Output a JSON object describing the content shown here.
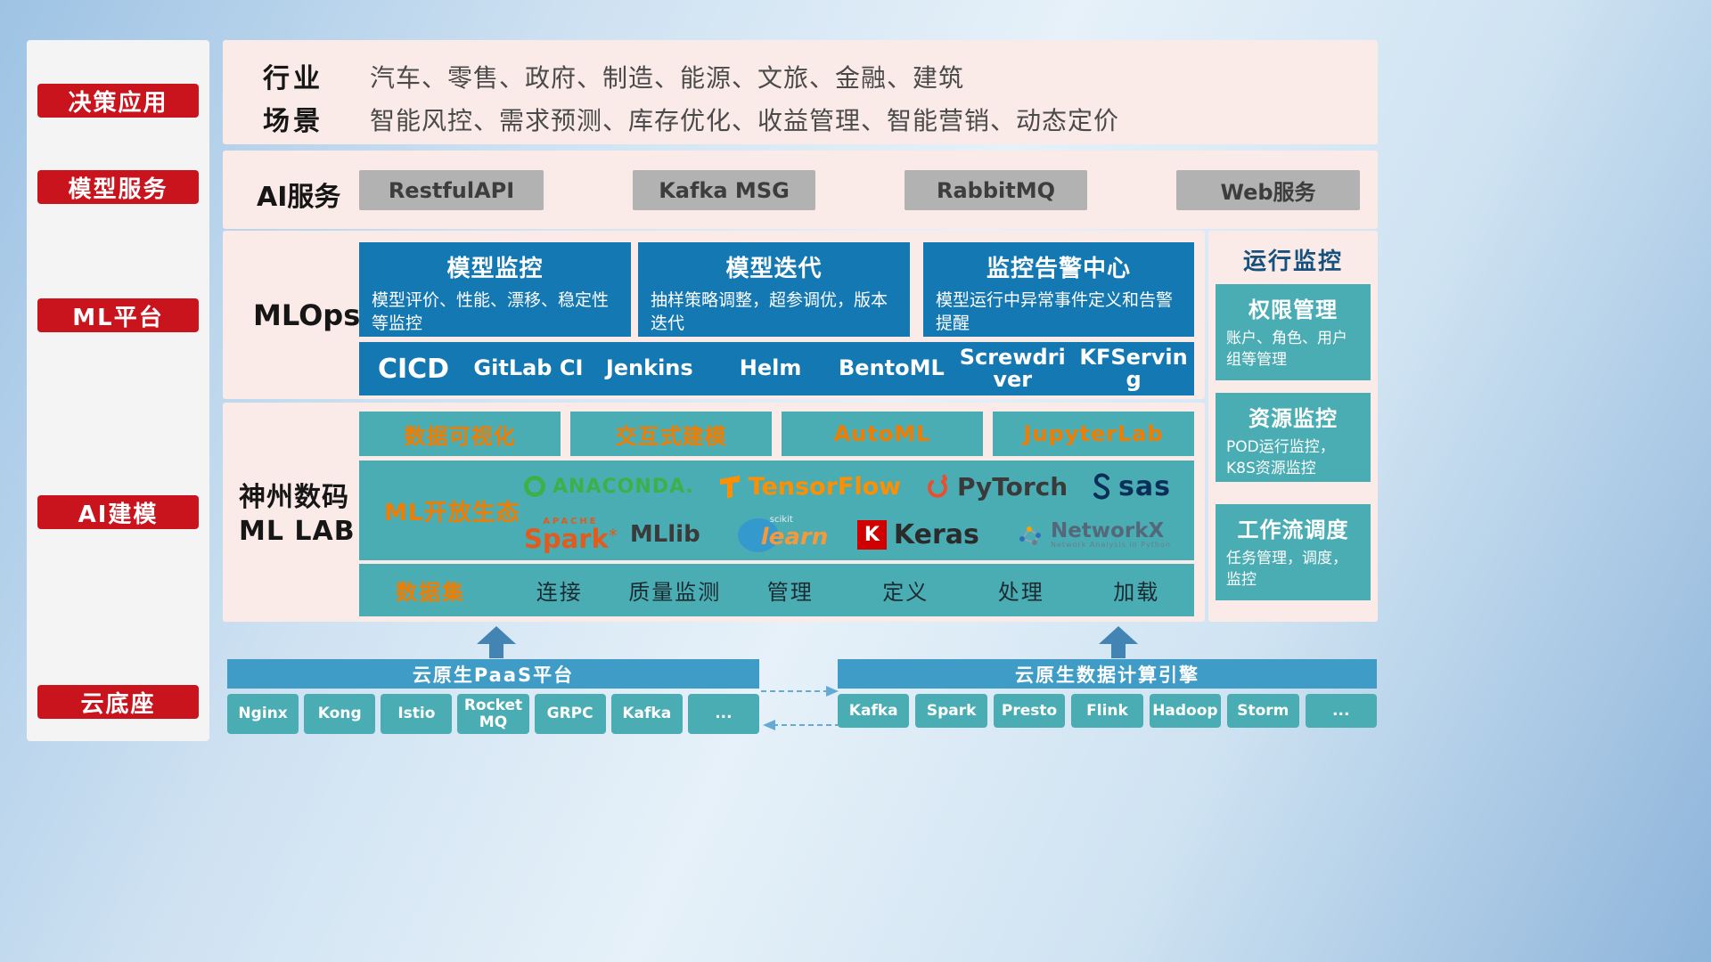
{
  "sidebar": {
    "items": [
      {
        "label": "决策应用"
      },
      {
        "label": "模型服务"
      },
      {
        "label": "ML平台"
      },
      {
        "label": "AI建模"
      },
      {
        "label": "云底座"
      }
    ]
  },
  "apps": {
    "row1_label": "行业",
    "row1_text": "汽车、零售、政府、制造、能源、文旅、金融、建筑",
    "row2_label": "场景",
    "row2_text": "智能风控、需求预测、库存优化、收益管理、智能营销、动态定价"
  },
  "services": {
    "label": "AI服务",
    "items": [
      {
        "label": "RestfulAPI"
      },
      {
        "label": "Kafka MSG"
      },
      {
        "label": "RabbitMQ"
      },
      {
        "label": "Web服务"
      }
    ]
  },
  "mlops": {
    "label": "MLOps",
    "cards": [
      {
        "title": "模型监控",
        "desc": "模型评价、性能、漂移、稳定性等监控"
      },
      {
        "title": "模型迭代",
        "desc": "抽样策略调整，超参调优，版本迭代"
      },
      {
        "title": "监控告警中心",
        "desc": "模型运行中异常事件定义和告警提醒"
      }
    ],
    "cicd_label": "CICD",
    "cicd_tools": [
      {
        "label": "GitLab CI"
      },
      {
        "label": "Jenkins"
      },
      {
        "label": "Helm"
      },
      {
        "label": "BentoML"
      },
      {
        "label": "Screwdriver"
      },
      {
        "label": "KFServing"
      }
    ]
  },
  "monitoring": {
    "title": "运行监控",
    "cards": [
      {
        "title": "权限管理",
        "desc": "账户、角色、用户组等管理"
      },
      {
        "title": "资源监控",
        "desc": "POD运行监控，K8S资源监控"
      },
      {
        "title": "工作流调度",
        "desc": "任务管理，调度，监控"
      }
    ]
  },
  "mllab": {
    "label_line1": "神州数码",
    "label_line2": "ML LAB",
    "tools": [
      {
        "label": "数据可视化"
      },
      {
        "label": "交互式建模"
      },
      {
        "label": "AutoML"
      },
      {
        "label": "JupyterLab"
      }
    ],
    "ecosystem_label": "ML开放生态",
    "logos": {
      "anaconda": "ANACONDA.",
      "tensorflow": "TensorFlow",
      "pytorch": "PyTorch",
      "sas": "sas",
      "spark_apache": "APACHE",
      "spark": "Spark",
      "spark_star": "*",
      "mllib": "MLlib",
      "sklearn_top": "scikit",
      "sklearn": "learn",
      "keras_k": "K",
      "keras": "Keras",
      "networkx": "NetworkX",
      "networkx_sub": "Network Analysis in Python"
    },
    "dataset_label": "数据集",
    "dataset_items": [
      {
        "label": "连接"
      },
      {
        "label": "质量监测"
      },
      {
        "label": "管理"
      },
      {
        "label": "定义"
      },
      {
        "label": "处理"
      },
      {
        "label": "加载"
      }
    ]
  },
  "cloud": {
    "paas_title": "云原生PaaS平台",
    "paas_items": [
      {
        "label": "Nginx"
      },
      {
        "label": "Kong"
      },
      {
        "label": "Istio"
      },
      {
        "label": "RocketMQ"
      },
      {
        "label": "GRPC"
      },
      {
        "label": "Kafka"
      },
      {
        "label": "..."
      }
    ],
    "engine_title": "云原生数据计算引擎",
    "engine_items": [
      {
        "label": "Kafka"
      },
      {
        "label": "Spark"
      },
      {
        "label": "Presto"
      },
      {
        "label": "Flink"
      },
      {
        "label": "Hadoop"
      },
      {
        "label": "Storm"
      },
      {
        "label": "..."
      }
    ]
  },
  "colors": {
    "badge_red": "#c9131d",
    "panel_pink": "#fbebe8",
    "card_blue": "#1478b2",
    "card_teal": "#4aadb4",
    "accent_orange": "#f07d00",
    "gray_button": "#b2b2b2",
    "bar_blue": "#3f9cc6"
  }
}
